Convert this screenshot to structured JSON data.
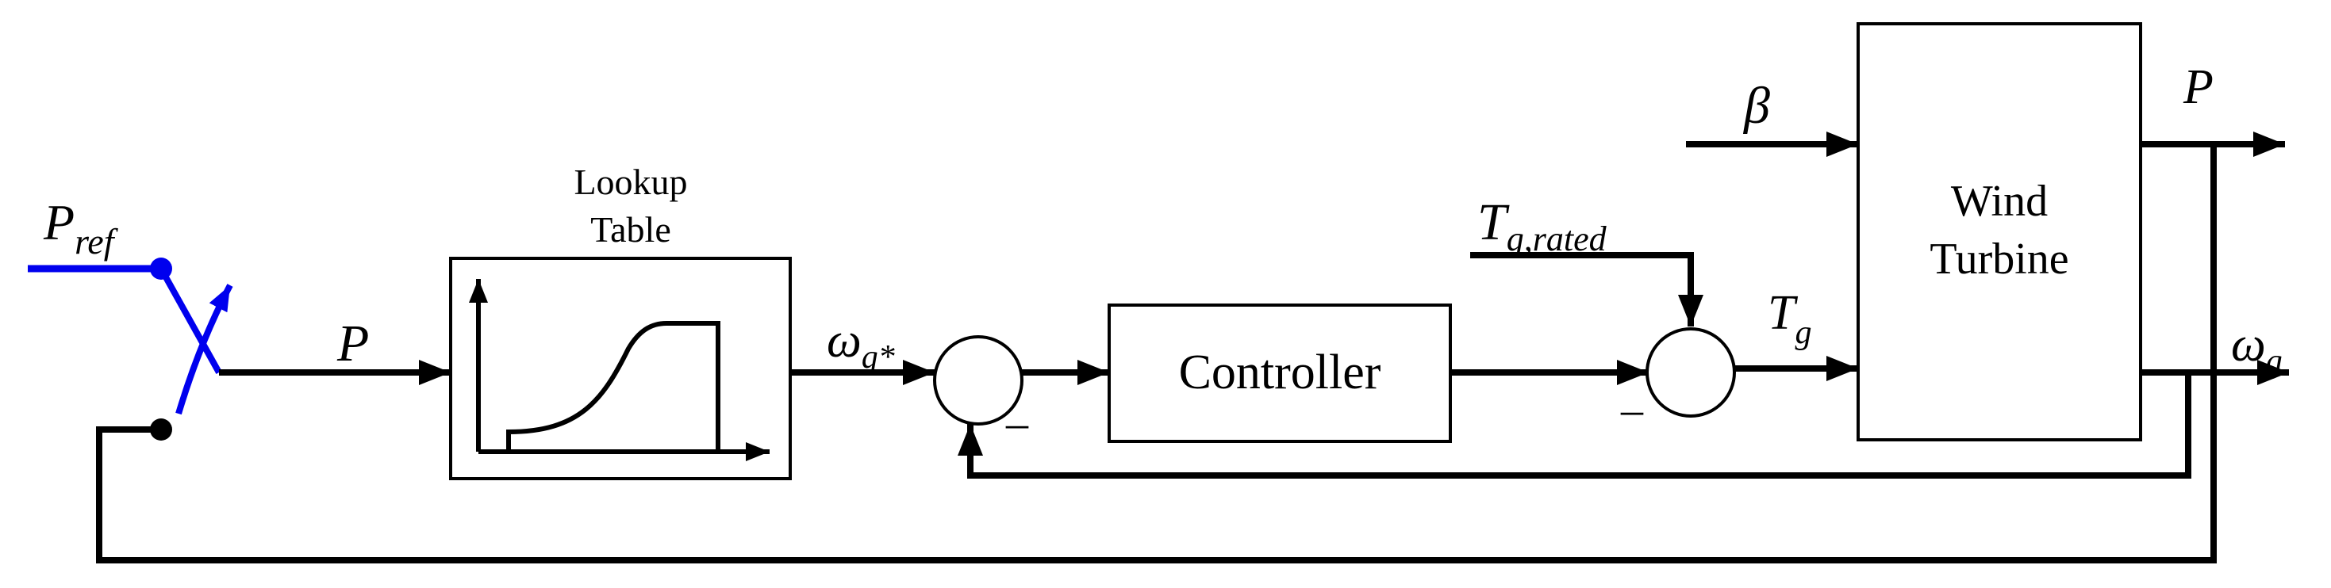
{
  "inputs": {
    "p_ref": {
      "main": "P",
      "sub": "ref"
    },
    "p_signal": "P",
    "beta": "β",
    "tg_rated": {
      "main": "T",
      "sub": "g,rated"
    }
  },
  "blocks": {
    "lookup_table": {
      "line1": "Lookup",
      "line2": "Table"
    },
    "controller": "Controller",
    "wind_turbine": {
      "line1": "Wind",
      "line2": "Turbine"
    }
  },
  "signals": {
    "omega_ref": {
      "main": "ω",
      "sub": "g*"
    },
    "tg": {
      "main": "T",
      "sub": "g"
    },
    "p_out": "P",
    "omega_out": {
      "main": "ω",
      "sub": "g"
    }
  },
  "sign_marks": {
    "sum1_minus": "–",
    "sum2_minus": "–"
  },
  "colors": {
    "switch": "#0000ee",
    "lines": "#000000"
  }
}
